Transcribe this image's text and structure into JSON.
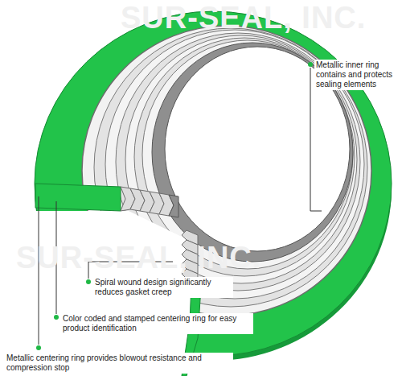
{
  "diagram": {
    "labels": [
      "SUR-SEAL, INC.",
      "Metallic inner ring contains and protects sealing elements",
      "SUR-SEAL, INC.",
      "Spiral wound design significantly reduces gasket creep",
      "Color coded and stamped centering ring for easy product identification",
      "Metallic centering ring provides blowout resistance and compression stop"
    ]
  }
}
